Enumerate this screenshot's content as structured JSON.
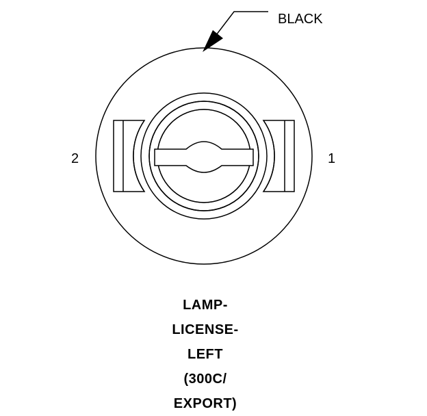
{
  "connector": {
    "wire_color_label": "BLACK",
    "pin_labels": {
      "left": "2",
      "right": "1"
    },
    "caption_lines": [
      "LAMP-",
      "LICENSE-",
      "LEFT",
      "(300C/",
      "EXPORT)"
    ]
  },
  "colors": {
    "line": "#000000",
    "background": "#ffffff"
  }
}
